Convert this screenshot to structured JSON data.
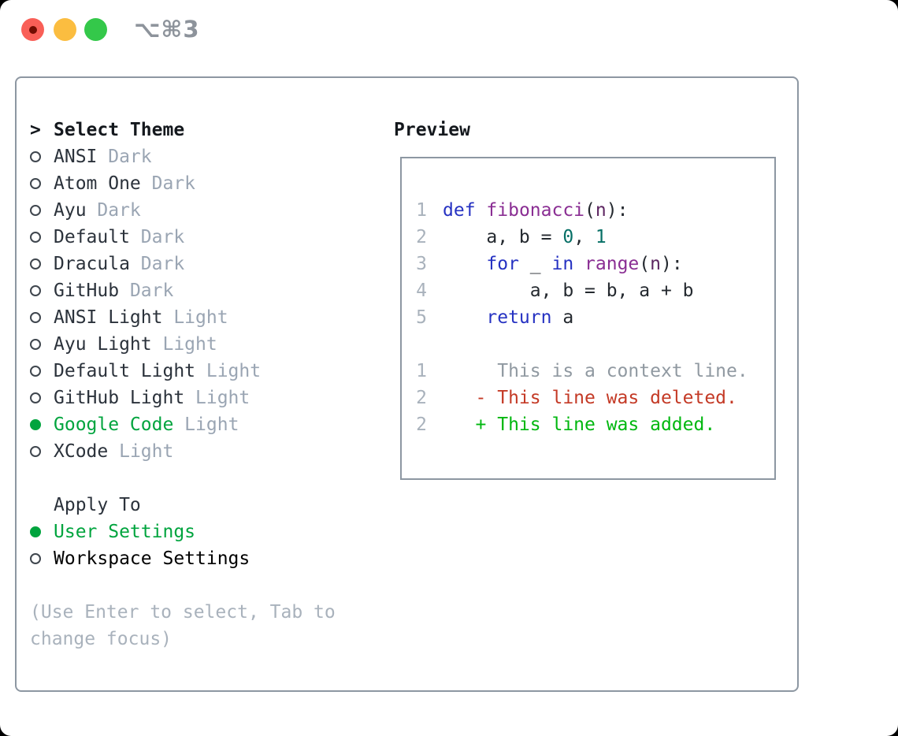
{
  "window": {
    "title": "⌥⌘3"
  },
  "colors": {
    "border": "#8d97a2",
    "text": "#2b323b",
    "heading": "#14181d",
    "muted": "#9aa5b3",
    "hint": "#a9b2bc",
    "lnum": "#a9b2bc",
    "selected-green": "#00a43e",
    "radio": "#3f464e",
    "kw": "#2632c2",
    "fn": "#8a2e93",
    "pa": "#5d2561",
    "nu": "#066f66",
    "pl": "#24292f",
    "ctx": "#9099a1",
    "del": "#c43a26",
    "add": "#00b70f",
    "tl-red": "#f95f57",
    "tl-red-dot": "#720d02",
    "tl-yellow": "#fbbd40",
    "tl-green": "#34c84a",
    "title-gray": "#8d939b"
  },
  "theme_panel": {
    "header": {
      "cursor": ">",
      "label": "Select Theme"
    },
    "themes": [
      {
        "name": "ANSI",
        "variant": "Dark",
        "selected": false
      },
      {
        "name": "Atom One",
        "variant": "Dark",
        "selected": false
      },
      {
        "name": "Ayu",
        "variant": "Dark",
        "selected": false
      },
      {
        "name": "Default",
        "variant": "Dark",
        "selected": false
      },
      {
        "name": "Dracula",
        "variant": "Dark",
        "selected": false
      },
      {
        "name": "GitHub",
        "variant": "Dark",
        "selected": false
      },
      {
        "name": "ANSI Light",
        "variant": "Light",
        "selected": false
      },
      {
        "name": "Ayu Light",
        "variant": "Light",
        "selected": false
      },
      {
        "name": "Default Light",
        "variant": "Light",
        "selected": false
      },
      {
        "name": "GitHub Light",
        "variant": "Light",
        "selected": false
      },
      {
        "name": "Google Code",
        "variant": "Light",
        "selected": true
      },
      {
        "name": "XCode",
        "variant": "Light",
        "selected": false
      }
    ],
    "apply_to": {
      "label": "Apply To",
      "options": [
        {
          "name": "User Settings",
          "selected": true
        },
        {
          "name": "Workspace Settings",
          "selected": false
        }
      ]
    },
    "hint": "(Use Enter to select, Tab to\nchange focus)"
  },
  "preview": {
    "label": "Preview",
    "lines": [
      {
        "num": "1",
        "tokens": [
          [
            "def",
            "kw"
          ],
          [
            " ",
            "pl"
          ],
          [
            "fibonacci",
            "fn"
          ],
          [
            "(",
            "pl"
          ],
          [
            "n",
            "pa"
          ],
          [
            "):",
            "pl"
          ]
        ]
      },
      {
        "num": "2",
        "tokens": [
          [
            "    a, b = ",
            "pl"
          ],
          [
            "0",
            "nu"
          ],
          [
            ", ",
            "pl"
          ],
          [
            "1",
            "nu"
          ]
        ]
      },
      {
        "num": "3",
        "tokens": [
          [
            "    ",
            "pl"
          ],
          [
            "for",
            "kw"
          ],
          [
            " _ ",
            "pl"
          ],
          [
            "in",
            "kw"
          ],
          [
            " ",
            "pl"
          ],
          [
            "range",
            "fn"
          ],
          [
            "(",
            "pl"
          ],
          [
            "n",
            "pa"
          ],
          [
            "):",
            "pl"
          ]
        ]
      },
      {
        "num": "4",
        "tokens": [
          [
            "        a, b = b, a + b",
            "pl"
          ]
        ]
      },
      {
        "num": "5",
        "tokens": [
          [
            "    ",
            "pl"
          ],
          [
            "return",
            "kw"
          ],
          [
            " a",
            "pl"
          ]
        ]
      },
      {
        "num": "",
        "tokens": []
      },
      {
        "num": "1",
        "tokens": [
          [
            "     This is a context line.",
            "ctx"
          ]
        ]
      },
      {
        "num": "2",
        "tokens": [
          [
            "   - This line was deleted.",
            "del"
          ]
        ]
      },
      {
        "num": "2",
        "tokens": [
          [
            "   + This line was added.",
            "add"
          ]
        ]
      }
    ]
  }
}
